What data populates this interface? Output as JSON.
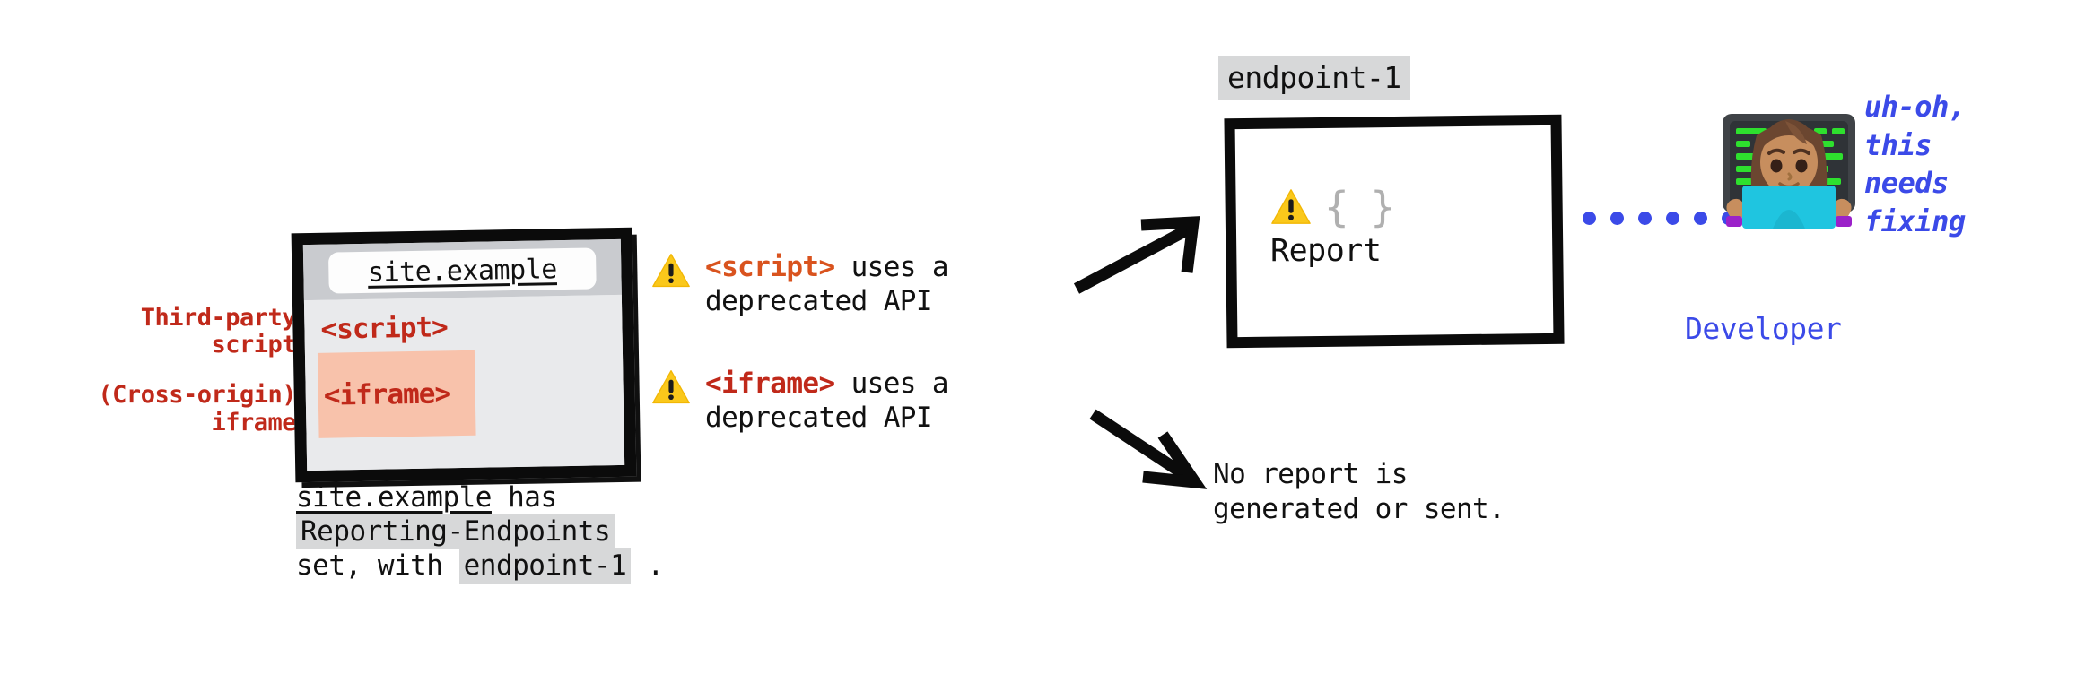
{
  "left_annotations": [
    {
      "id": "third-party-script",
      "lines": [
        "Third-party",
        "script"
      ]
    },
    {
      "id": "cross-origin-iframe",
      "lines": [
        "(Cross-origin)",
        "iframe"
      ]
    }
  ],
  "browser": {
    "address_bar_value": "site.example",
    "content": {
      "script_tag": "<script>",
      "iframe_tag": "<iframe>"
    },
    "caption": {
      "line1_link": "site.example",
      "line1_rest": " has",
      "line2_code": "Reporting-Endpoints",
      "line3_prefix": "set, with ",
      "line3_code": "endpoint-1",
      "line3_suffix": " ."
    }
  },
  "warnings": [
    {
      "id": "script-warning",
      "icon": "warning-triangle-icon",
      "tag": "<script>",
      "rest": " uses a",
      "line2": "deprecated API"
    },
    {
      "id": "iframe-warning",
      "icon": "warning-triangle-icon",
      "tag": "<iframe>",
      "rest": " uses a",
      "line2": "deprecated API"
    }
  ],
  "report": {
    "endpoint_label": "endpoint-1",
    "braces": "{ }",
    "label": "Report",
    "icon": "warning-triangle-icon"
  },
  "no_report": {
    "line1": "No report is",
    "line2": "generated or sent."
  },
  "developer": {
    "avatar_icon": "woman-technologist-emoji",
    "label": "Developer",
    "quote": [
      "uh-oh,",
      "this",
      "needs",
      "fixing"
    ]
  },
  "connector": {
    "dot_count": 6
  },
  "colors": {
    "red": "#c0291a",
    "orange": "#d9531e",
    "blue": "#3b4ae8",
    "warning_yellow": "#f7ca18",
    "iframe_highlight": "#f8c2ab",
    "code_highlight": "#d7d8d9",
    "browser_chrome": "#c9cbcf",
    "browser_body": "#e9eaec",
    "ink": "#0b0b0b"
  }
}
